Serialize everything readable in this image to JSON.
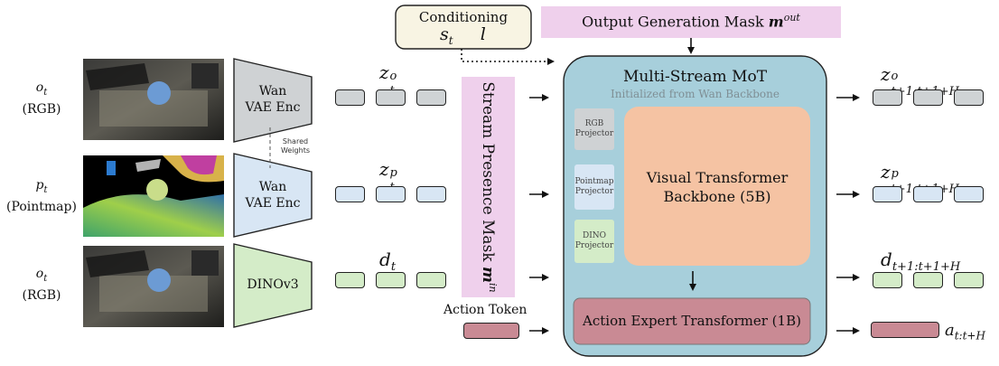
{
  "inputs": [
    {
      "var": "o",
      "sub": "t",
      "desc": "(RGB)"
    },
    {
      "var": "p",
      "sub": "t",
      "desc": "(Pointmap)"
    },
    {
      "var": "o",
      "sub": "t",
      "desc": "(RGB)"
    }
  ],
  "encoders": {
    "rgb": [
      "Wan",
      "VAE Enc"
    ],
    "pointmap": [
      "Wan",
      "VAE Enc"
    ],
    "dino": "DINOv3",
    "shared_weights": [
      "Shared",
      "Weights"
    ]
  },
  "latents": {
    "rgb": {
      "var": "z",
      "sub": "t",
      "sup": "o"
    },
    "pointmap": {
      "var": "z",
      "sub": "t",
      "sup": "p"
    },
    "dino": {
      "var": "d",
      "sub": "t"
    }
  },
  "conditioning": {
    "title": "Conditioning",
    "s": "s",
    "s_sub": "t",
    "l": "l"
  },
  "output_mask": {
    "text": "Output Generation Mask",
    "var": "m",
    "sup": "out"
  },
  "stream_mask": {
    "text": "Stream Presence Mask",
    "var": "m",
    "sup": "in"
  },
  "action_token": "Action Token",
  "mot": {
    "title": "Multi-Stream MoT",
    "subtitle": "Initialized from Wan Backbone",
    "projectors": [
      "RGB Projector",
      "Pointmap Projector",
      "DINO Projector"
    ],
    "visual_transformer": [
      "Visual Transformer",
      "Backbone (5B)"
    ],
    "action_expert": "Action Expert Transformer (1B)"
  },
  "outputs": {
    "rgb": {
      "var": "z",
      "sup": "o",
      "sub": "t+1:t+1+H"
    },
    "pointmap": {
      "var": "z",
      "sup": "p",
      "sub": "t+1:t+1+H"
    },
    "dino": {
      "var": "d",
      "sub": "t+1:t+1+H"
    },
    "action": {
      "var": "a",
      "sub": "t:t+H"
    }
  },
  "colors": {
    "grey": "#cfd3d5",
    "blue": "#d8e6f4",
    "green": "#d4ecc8",
    "pink": "#c98a94",
    "mot_bg": "#a7cfdb",
    "visual": "#f5c3a3",
    "mask": "#efd0ec",
    "cond_bg": "#f8f4e3"
  }
}
